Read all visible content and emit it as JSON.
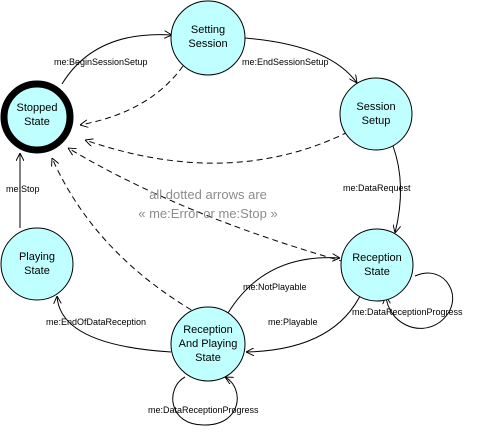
{
  "colors": {
    "state_fill": "#bfffff",
    "stroke": "#000000",
    "note": "#8c8c8c"
  },
  "states": {
    "stopped": [
      "Stopped",
      "State"
    ],
    "setting": [
      "Setting",
      "Session"
    ],
    "setup": [
      "Session",
      "Setup"
    ],
    "playing": [
      "Playing",
      "State"
    ],
    "reception": [
      "Reception",
      "State"
    ],
    "recplay": [
      "Reception",
      "And Playing",
      "State"
    ]
  },
  "transitions": {
    "begin_setup": "me:BeginSessionSetup",
    "end_setup": "me:EndSessionSetup",
    "data_request": "me:DataRequest",
    "stop": "me:Stop",
    "not_playable": "me:NotPlayable",
    "playable": "me:Playable",
    "end_reception": "me:EndOfDataReception",
    "progress_reception": "me:DataReceptionProgress",
    "progress_recplay": "me:DataReceptionProgress"
  },
  "note": [
    "all dotted arrows are",
    "« me:Error or me:Stop »"
  ]
}
